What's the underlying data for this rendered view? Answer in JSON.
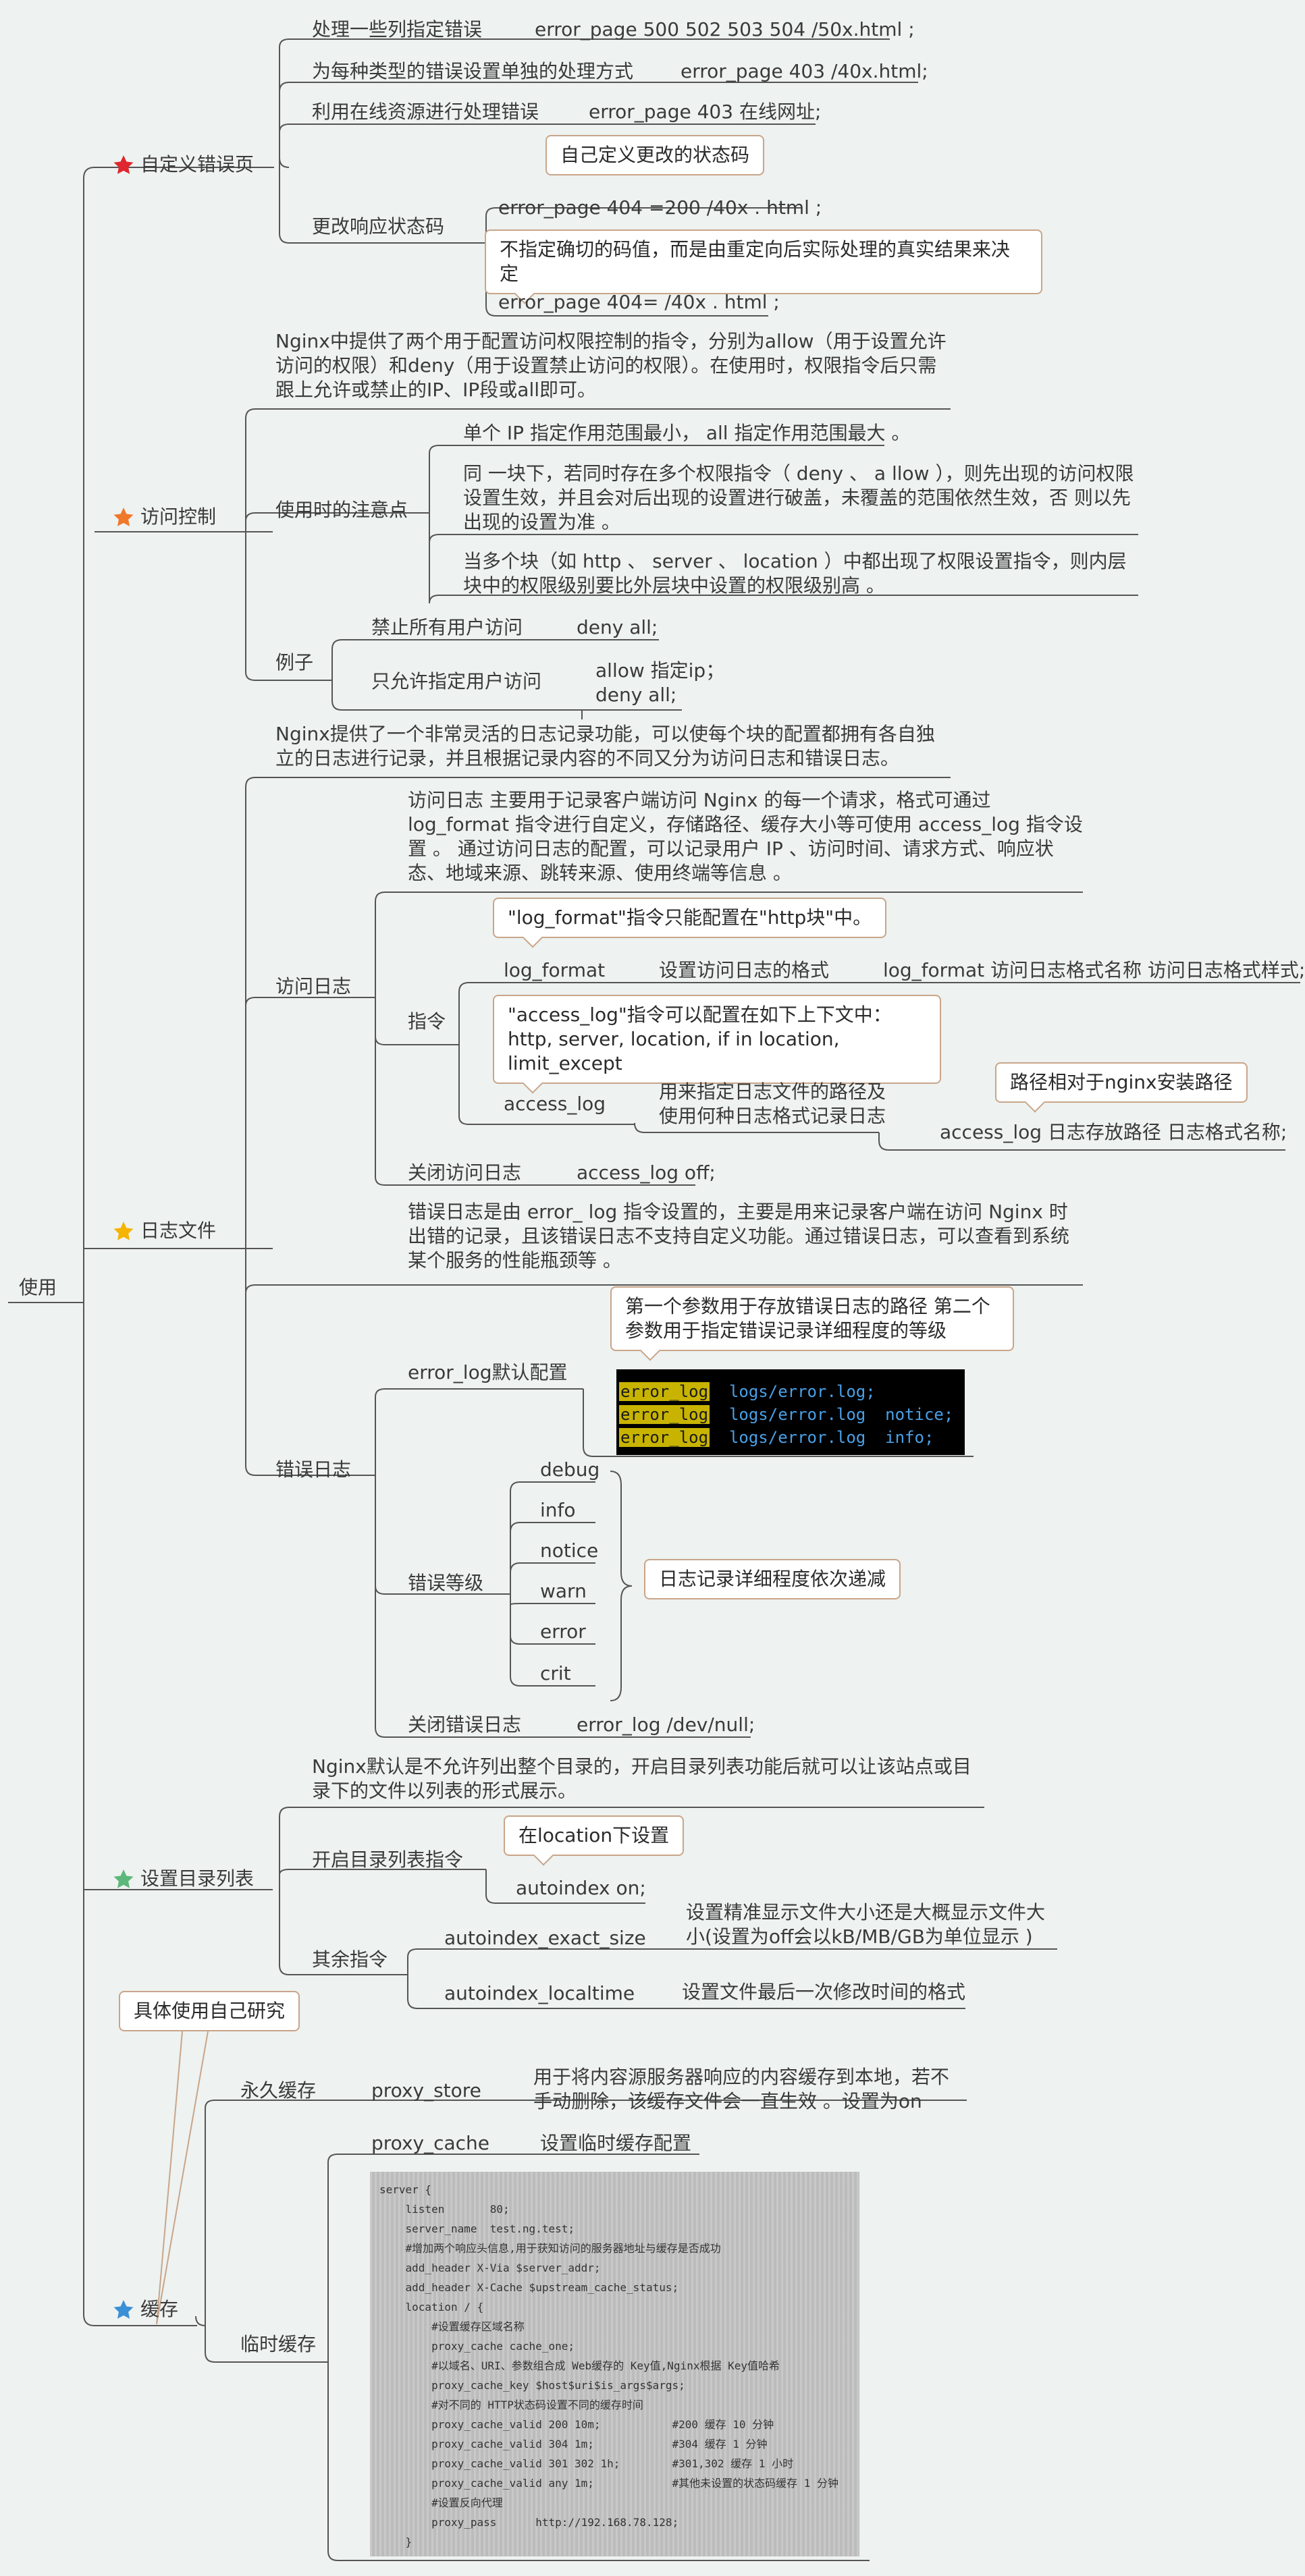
{
  "root": {
    "label": "使用"
  },
  "sections": {
    "error_page": {
      "label": "自定义错误页",
      "items": [
        {
          "label": "处理一些列指定错误",
          "value": "error_page 500 502 503 504 /50x.html ;"
        },
        {
          "label": "为每种类型的错误设置单独的处理方式",
          "value": "error_page 403 /40x.html;"
        },
        {
          "label": "利用在线资源进行处理错误",
          "value": "error_page 403 在线网址;"
        }
      ],
      "change_status": {
        "label": "更改响应状态码",
        "callout_top": "自己定义更改的状态码",
        "value1": "error_page 404 =200 /40x . html ;",
        "callout_mid": "不指定确切的码值，而是由重定向后实际处理的真实结果来决定",
        "value2": "error_page 404= /40x . html ;"
      }
    },
    "access_control": {
      "label": "访问控制",
      "intro": "Nginx中提供了两个用于配置访问权限控制的指令，分别为allow（用于设置允许访问的权限）和deny（用于设置禁止访问的权限）。在使用时，权限指令后只需跟上允许或禁止的IP、IP段或all即可。",
      "notes_label": "使用时的注意点",
      "notes": [
        "单个 IP 指定作用范围最小， all 指定作用范围最大 。",
        "同 一块下，若同时存在多个权限指令（ deny 、 a llow ），则先出现的访问权限设置生效，并且会对后出现的设置进行破盖，未覆盖的范围依然生效，否 则以先出现的设置为准 。",
        "当多个块（如 http 、 server 、 location ）中都出现了权限设置指令，则内层块中的权限级别要比外层块中设置的权限级别高 。"
      ],
      "example_label": "例子",
      "examples": [
        {
          "label": "禁止所有用户访问",
          "value": "deny all;"
        },
        {
          "label": "只允许指定用户访问",
          "value1": "allow 指定ip；",
          "value2": "deny all;"
        }
      ]
    },
    "log": {
      "label": "日志文件",
      "intro": "Nginx提供了一个非常灵活的日志记录功能，可以使每个块的配置都拥有各自独立的日志进行记录，并且根据记录内容的不同又分为访问日志和错误日志。",
      "access": {
        "label": "访问日志",
        "desc": "访问日志 主要用于记录客户端访问 Nginx 的每一个请求，格式可通过 log_format 指令进行自定义，存储路径、缓存大小等可使用 access_log 指令设置 。 通过访问日志的配置，可以记录用户 IP 、访问时间、请求方式、响应状态、地域来源、跳转来源、使用终端等信息 。",
        "directive_label": "指令",
        "log_format": {
          "callout": "\"log_format\"指令只能配置在\"http块\"中。",
          "label": "log_format",
          "desc": "设置访问日志的格式",
          "value": "log_format 访问日志格式名称 访问日志格式样式;"
        },
        "access_log": {
          "callout": "\"access_log\"指令可以配置在如下上下文中：http, server, location, if in location, limit_except",
          "label": "access_log",
          "desc": "用来指定日志文件的路径及使用何种日志格式记录日志",
          "callout2": "路径相对于nginx安装路径",
          "value": "access_log 日志存放路径 日志格式名称;"
        },
        "close_label": "关闭访问日志",
        "close_value": "access_log off;"
      },
      "error": {
        "label": "错误日志",
        "desc": "错误日志是由 error_ log 指令设置的，主要是用来记录客户端在访问 Nginx 时出错的记录，且该错误日志不支持自定义功能。通过错误日志，可以查看到系统某个服务的性能瓶颈等 。",
        "default_label": "error_log默认配置",
        "default_callout": "第一个参数用于存放错误日志的路径 第二个参数用于指定错误记录详细程度的等级",
        "code_lines": [
          {
            "k": "error_log",
            "v": "logs/error.log;"
          },
          {
            "k": "error_log",
            "v": "logs/error.log  notice;"
          },
          {
            "k": "error_log",
            "v": "logs/error.log  info;"
          }
        ],
        "levels_label": "错误等级",
        "levels": [
          "debug",
          "info",
          "notice",
          "warn",
          "error",
          "crit"
        ],
        "levels_note": "日志记录详细程度依次递减",
        "close_label": "关闭错误日志",
        "close_value": "error_log /dev/null;"
      }
    },
    "dir_listing": {
      "label": "设置目录列表",
      "intro": "Nginx默认是不允许列出整个目录的，开启目录列表功能后就可以让该站点或目录下的文件以列表的形式展示。",
      "enable_label": "开启目录列表指令",
      "enable_callout": "在location下设置",
      "enable_value": "autoindex on;",
      "other_label": "其余指令",
      "other": [
        {
          "label": "autoindex_exact_size",
          "desc": "设置精准显示文件大小还是大概显示文件大小(设置为off会以kB/MB/GB为单位显示 )"
        },
        {
          "label": "autoindex_localtime",
          "desc": "设置文件最后一次修改时间的格式"
        }
      ]
    },
    "cache": {
      "label": "缓存",
      "callout": "具体使用自己研究",
      "permanent_label": "永久缓存",
      "proxy_store": "proxy_store",
      "proxy_store_desc": "用于将内容源服务器响应的内容缓存到本地，若不手动删除，该缓存文件会一直生效 。设置为on",
      "temp_label": "临时缓存",
      "proxy_cache": "proxy_cache",
      "proxy_cache_desc": "设置临时缓存配置",
      "code_lines": [
        "server {",
        "    listen       80;",
        "    server_name  test.ng.test;",
        "    #增加两个响应头信息,用于获知访问的服务器地址与缓存是否成功",
        "    add_header X-Via $server_addr;",
        "    add_header X-Cache $upstream_cache_status;",
        "    location / {",
        "        #设置缓存区域名称",
        "        proxy_cache cache_one;",
        "        #以域名、URI、参数组合成 Web缓存的 Key值,Nginx根据 Key值哈希",
        "        proxy_cache_key $host$uri$is_args$args;",
        "        #对不同的 HTTP状态码设置不同的缓存时间",
        "        proxy_cache_valid 200 10m;           #200 缓存 10 分钟",
        "        proxy_cache_valid 304 1m;            #304 缓存 1 分钟",
        "        proxy_cache_valid 301 302 1h;        #301,302 缓存 1 小时",
        "        proxy_cache_valid any 1m;            #其他未设置的状态码缓存 1 分钟",
        "        #设置反向代理",
        "        proxy_pass      http://192.168.78.128;",
        "    }",
        "}"
      ]
    }
  },
  "colors": {
    "star_red": "#e0262f",
    "star_orange": "#f0782a",
    "star_yellow": "#f5b400",
    "star_green": "#5cb87a",
    "star_blue": "#3b8fd6",
    "line": "#555555",
    "callout_border": "#c8a58a"
  }
}
